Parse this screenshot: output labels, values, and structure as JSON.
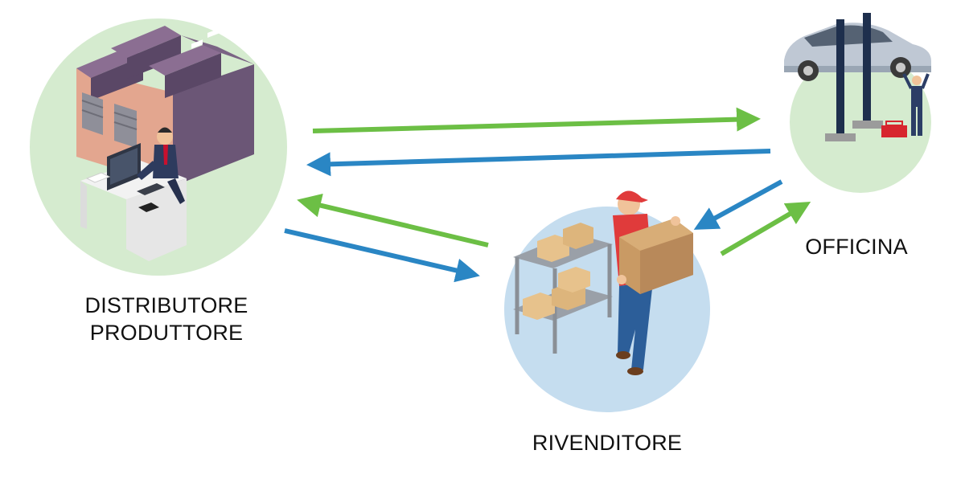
{
  "nodes": {
    "distributore": {
      "lines": [
        "DISTRIBUTORE",
        "PRODUTTORE"
      ],
      "circle_color": "#d5ebcf",
      "icon": "warehouse-office-icon"
    },
    "officina": {
      "lines": [
        "OFFICINA"
      ],
      "circle_color": "#d5ebcf",
      "icon": "car-lift-mechanic-icon"
    },
    "rivenditore": {
      "lines": [
        "RIVENDITORE"
      ],
      "circle_color": "#c5ddef",
      "icon": "warehouse-worker-boxes-icon"
    }
  },
  "colors": {
    "green_arrow": "#6cbf45",
    "blue_arrow": "#2a86c4"
  },
  "flows": [
    {
      "from": "distributore",
      "to": "officina",
      "color": "green"
    },
    {
      "from": "officina",
      "to": "distributore",
      "color": "blue"
    },
    {
      "from": "rivenditore",
      "to": "distributore",
      "color": "green"
    },
    {
      "from": "distributore",
      "to": "rivenditore",
      "color": "blue"
    },
    {
      "from": "officina",
      "to": "rivenditore",
      "color": "blue"
    },
    {
      "from": "rivenditore",
      "to": "officina",
      "color": "green"
    }
  ]
}
